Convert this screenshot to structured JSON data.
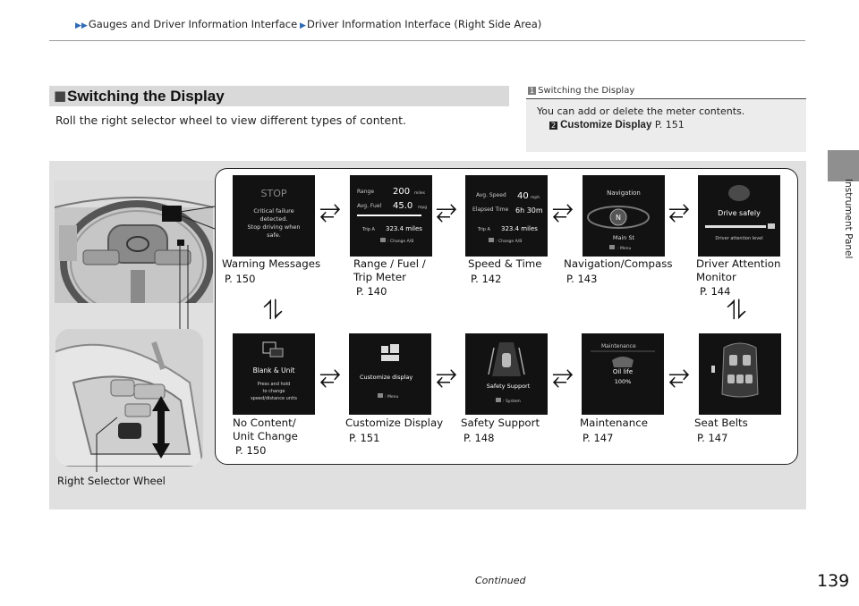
{
  "breadcrumb": {
    "part1": "Gauges and Driver Information Interface",
    "part2": "Driver Information Interface (Right Side Area)"
  },
  "side_tab": {
    "label": "Instrument Panel"
  },
  "section": {
    "title": "Switching the Display"
  },
  "intro_text": "Roll the right selector wheel to view different types of content.",
  "note": {
    "number": "1",
    "title": "Switching the Display",
    "text": "You can add or delete the meter contents.",
    "link_label": "Customize Display",
    "link_page": "P. 151"
  },
  "screens": [
    {
      "label_lines": [
        "Warning Messages"
      ],
      "page": "P. 150",
      "content": {
        "title": "STOP",
        "body": [
          "Critical failure",
          "detected.",
          "Stop driving when",
          "safe."
        ]
      }
    },
    {
      "label_lines": [
        "Range / Fuel /",
        "Trip Meter"
      ],
      "page": "P. 140",
      "content": {
        "range_label": "Range",
        "range_value": "200",
        "range_unit": "miles",
        "fuel_label": "Avg. Fuel",
        "fuel_value": "45.0",
        "fuel_unit": "mpg",
        "trip_label": "Trip A",
        "trip_value": "323.4 miles",
        "footer": ": Change A/B"
      }
    },
    {
      "label_lines": [
        "Speed & Time"
      ],
      "page": "P. 142",
      "content": {
        "speed_label": "Avg. Speed",
        "speed_value": "40",
        "speed_unit": "mph",
        "time_label": "Elapsed Time",
        "time_value": "6h 30m",
        "trip_label": "Trip A",
        "trip_value": "323.4 miles",
        "footer": ": Change A/B"
      }
    },
    {
      "label_lines": [
        "Navigation/Compass"
      ],
      "page": "P. 143",
      "content": {
        "title": "Navigation",
        "compass": "N",
        "street": "Main St",
        "footer": ": Menu"
      }
    },
    {
      "label_lines": [
        "Driver Attention",
        "Monitor"
      ],
      "page": "P. 144",
      "content": {
        "title": "Drive safely",
        "caption": "Driver attention level"
      }
    },
    {
      "label_lines": [
        "No Content/",
        "Unit Change"
      ],
      "page": "P. 150",
      "content": {
        "title": "Blank & Unit",
        "body": [
          "Press and hold",
          "to change",
          "speed/distance units"
        ]
      }
    },
    {
      "label_lines": [
        "Customize Display"
      ],
      "page": "P. 151",
      "content": {
        "title": "Customize display",
        "footer": ": Menu"
      }
    },
    {
      "label_lines": [
        "Safety Support"
      ],
      "page": "P. 148",
      "content": {
        "title": "Safety Support",
        "footer": ": System"
      }
    },
    {
      "label_lines": [
        "Maintenance"
      ],
      "page": "P. 147",
      "content": {
        "title": "Maintenance",
        "item": "Oil life",
        "value": "100%"
      }
    },
    {
      "label_lines": [
        "Seat Belts"
      ],
      "page": "P. 147",
      "content": {}
    }
  ],
  "arrows": {
    "horizontal": "⥂",
    "vertical": "⥮"
  },
  "callout_label": "Right Selector Wheel",
  "footer": {
    "continued": "Continued",
    "page_number": "139"
  }
}
